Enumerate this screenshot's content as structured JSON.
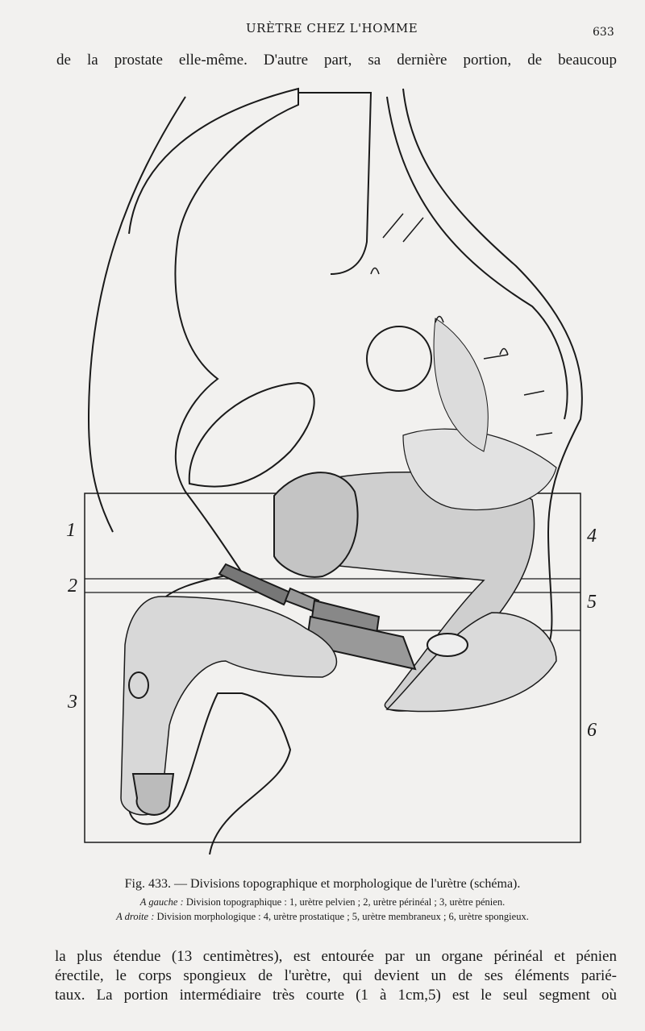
{
  "header": {
    "running_title": "URÈTRE CHEZ L'HOMME",
    "page_number": "633"
  },
  "top_text": "de la prostate elle-même. D'autre part, sa dernière portion, de beaucoup",
  "figure": {
    "labels_left": [
      "1",
      "2",
      "3"
    ],
    "labels_right": [
      "4",
      "5",
      "6"
    ],
    "caption_title": "Fig. 433. — Divisions topographique et morphologique de l'urètre (schéma).",
    "caption_left_prefix": "A gauche :",
    "caption_left_text": "Division topographique : 1, urètre pelvien ; 2, urètre périnéal ; 3, urètre pénien.",
    "caption_right_prefix": "A droite :",
    "caption_right_text": "Division morphologique : 4, urètre prostatique ; 5, urètre membraneux ; 6, urètre spongieux."
  },
  "body_lines": [
    "la plus étendue (13 centimètres), est entourée par un organe périnéal et pénien",
    "érectile, le corps spongieux de l'urètre, qui devient un de ses éléments parié-",
    "taux. La portion intermédiaire très courte (1 à 1cm,5) est le seul segment où"
  ]
}
